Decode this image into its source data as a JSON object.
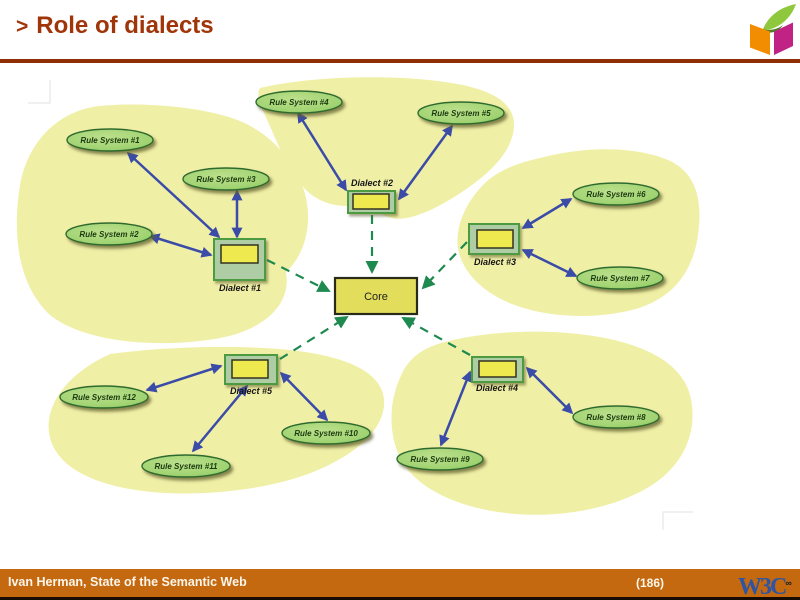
{
  "header": {
    "prefix": ">",
    "title": "Role of dialects"
  },
  "footer": {
    "author": "Ivan Herman, State of the Semantic Web",
    "page_number": "(186)",
    "w3c_logo_text": "W3C",
    "w3c_logo_superscript": "∞"
  },
  "diagram": {
    "core": {
      "label": "Core"
    },
    "dialects": [
      {
        "label": "Dialect #1"
      },
      {
        "label": "Dialect #2"
      },
      {
        "label": "Dialect #3"
      },
      {
        "label": "Dialect #4"
      },
      {
        "label": "Dialect #5"
      }
    ],
    "rule_systems": [
      {
        "label": "Rule System #1"
      },
      {
        "label": "Rule System #2"
      },
      {
        "label": "Rule System #3"
      },
      {
        "label": "Rule System #4"
      },
      {
        "label": "Rule System #5"
      },
      {
        "label": "Rule System #6"
      },
      {
        "label": "Rule System #7"
      },
      {
        "label": "Rule System #8"
      },
      {
        "label": "Rule System #9"
      },
      {
        "label": "Rule System #10"
      },
      {
        "label": "Rule System #11"
      },
      {
        "label": "Rule System #12"
      }
    ],
    "colors": {
      "title_text": "#A0350A",
      "header_rule": "#8E2F04",
      "footer_bar": "#C4690F",
      "footer_text": "#FDF6EC",
      "blob_fill": "#F0EFA6",
      "ellipse_fill": "#A6D579",
      "ellipse_border": "#2E6B2E",
      "dialect_box_fill": "#AECDA5",
      "dialect_box_border": "#4D9B41",
      "inner_rect_fill": "#EDE94F",
      "core_fill": "#E2DE5C",
      "arrow_blue": "#3A4BA8",
      "arrow_green_dashed": "#1F8A4F",
      "w3c_blue": "#2E55A3",
      "logo_orange": "#F28C00",
      "logo_magenta": "#C02384",
      "logo_green": "#90C83D"
    }
  }
}
